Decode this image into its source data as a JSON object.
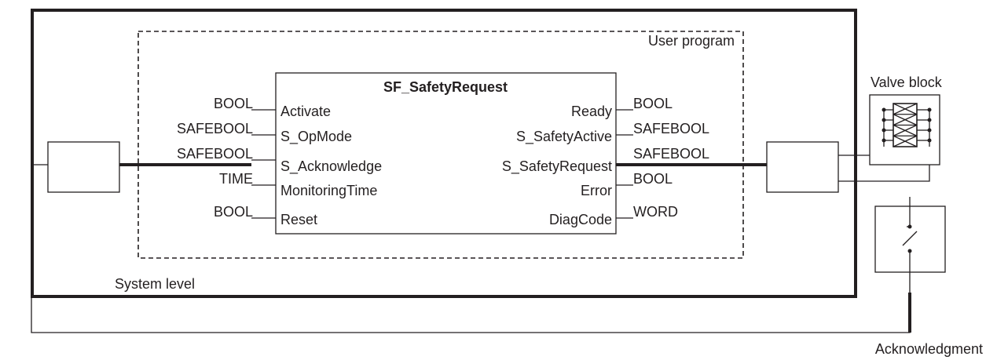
{
  "labels": {
    "user_program": "User program",
    "system_level": "System level",
    "valve_block": "Valve block",
    "acknowledgment": "Acknowledgment"
  },
  "function_block": {
    "name": "SF_SafetyRequest",
    "inputs": [
      {
        "type": "BOOL",
        "name": "Activate"
      },
      {
        "type": "SAFEBOOL",
        "name": "S_OpMode"
      },
      {
        "type": "SAFEBOOL",
        "name": "S_Acknowledge"
      },
      {
        "type": "TIME",
        "name": "MonitoringTime"
      },
      {
        "type": "BOOL",
        "name": "Reset"
      }
    ],
    "outputs": [
      {
        "type": "BOOL",
        "name": "Ready"
      },
      {
        "type": "SAFEBOOL",
        "name": "S_SafetyActive"
      },
      {
        "type": "SAFEBOOL",
        "name": "S_SafetyRequest"
      },
      {
        "type": "BOOL",
        "name": "Error"
      },
      {
        "type": "WORD",
        "name": "DiagCode"
      }
    ]
  },
  "colors": {
    "line": "#231f20",
    "background": "#ffffff"
  }
}
